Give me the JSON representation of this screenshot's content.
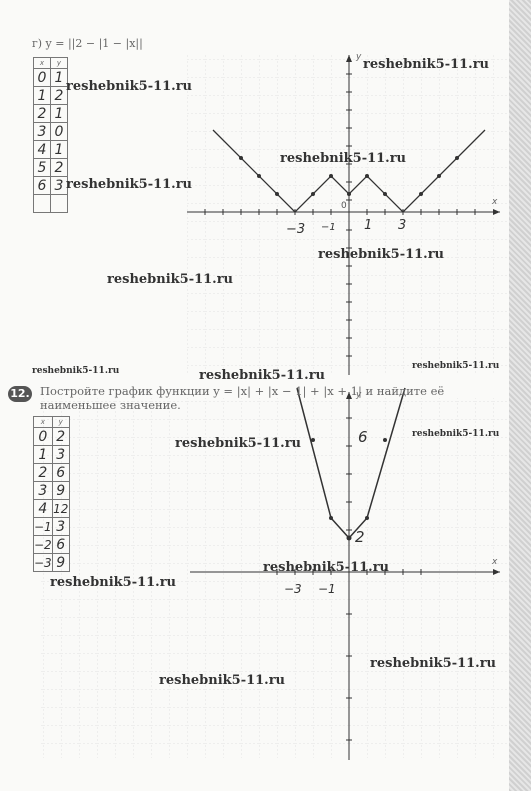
{
  "problem_g": {
    "label": "г) y = ||2 − |1 − |x||",
    "table_header": [
      "x",
      "y"
    ],
    "table_rows": [
      [
        "0",
        "1"
      ],
      [
        "1",
        "2"
      ],
      [
        "2",
        "1"
      ],
      [
        "3",
        "0"
      ],
      [
        "4",
        "1"
      ],
      [
        "5",
        "2"
      ],
      [
        "6",
        "3"
      ]
    ],
    "graph": {
      "axis_x": "x",
      "axis_y": "y",
      "origin": "0",
      "tick_labels": [
        "−3",
        "−1",
        "1",
        "3"
      ]
    }
  },
  "problem_12": {
    "number": "12.",
    "text": "Постройте график функции y = |x| + |x − 1| + |x + 1| и найдите её наименьшее значение.",
    "table_header": [
      "x",
      "y"
    ],
    "table_rows": [
      [
        "0",
        "2"
      ],
      [
        "1",
        "3"
      ],
      [
        "2",
        "6"
      ],
      [
        "3",
        "9"
      ],
      [
        "4",
        "12"
      ],
      [
        "−1",
        "3"
      ],
      [
        "−2",
        "6"
      ],
      [
        "−3",
        "9"
      ]
    ],
    "graph": {
      "axis_x": "x",
      "axis_y": "y",
      "tick_labels": [
        "−3",
        "−1"
      ],
      "annotations": [
        "6",
        "2"
      ]
    }
  },
  "watermarks": [
    "reshebnik5-11.ru",
    "reshebnik5-11.ru",
    "reshebnik5-11.ru",
    "reshebnik5-11.ru",
    "reshebnik5-11.ru",
    "reshebnik5-11.ru",
    "reshebnik5-11.ru",
    "reshebnik5-11.ru",
    "reshebnik5-11.ru",
    "reshebnik5-11.ru",
    "reshebnik5-11.ru",
    "reshebnik5-11.ru",
    "reshebnik5-11.ru"
  ],
  "colors": {
    "grid": "#d9d9d9",
    "ink": "#333333",
    "pencil": "#444444"
  }
}
